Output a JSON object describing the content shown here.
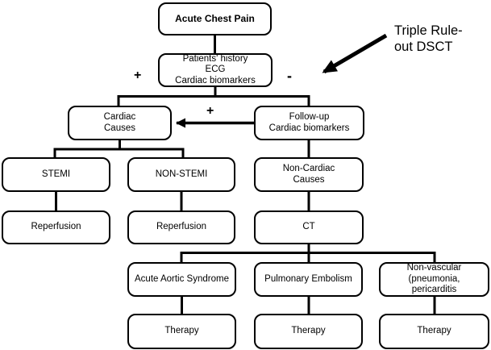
{
  "diagram": {
    "annotation": {
      "line1": "Triple Rule-",
      "line2": "out DSCT"
    },
    "signs": {
      "history_positive": "+",
      "history_negative": "-",
      "followup_arrow_positive": "+"
    },
    "nodes": {
      "acute_chest_pain": {
        "label": "Acute Chest Pain"
      },
      "patients_history": {
        "lines": [
          "Patients' history",
          "ECG",
          "Cardiac biomarkers"
        ]
      },
      "cardiac_causes": {
        "lines": [
          "Cardiac",
          "Causes"
        ]
      },
      "follow_up": {
        "lines": [
          "Follow-up",
          "Cardiac biomarkers"
        ]
      },
      "stemi": {
        "label": "STEMI"
      },
      "non_stemi": {
        "label": "NON-STEMI"
      },
      "non_cardiac_causes": {
        "lines": [
          "Non-Cardiac",
          "Causes"
        ]
      },
      "reperfusion_left": {
        "label": "Reperfusion"
      },
      "reperfusion_right": {
        "label": "Reperfusion"
      },
      "ct": {
        "label": "CT"
      },
      "acute_aortic_syndrome": {
        "label": "Acute Aortic Syndrome"
      },
      "pulmonary_embolism": {
        "label": "Pulmonary Embolism"
      },
      "non_vascular": {
        "lines": [
          "Non-vascular (pneumonia,",
          "pericarditis"
        ]
      },
      "therapy_left": {
        "label": "Therapy"
      },
      "therapy_middle": {
        "label": "Therapy"
      },
      "therapy_right": {
        "label": "Therapy"
      }
    },
    "colors": {
      "background": "#ffffff",
      "box_fill": "#ffffff",
      "box_border": "#000000",
      "line": "#000000",
      "text": "#000000"
    }
  }
}
